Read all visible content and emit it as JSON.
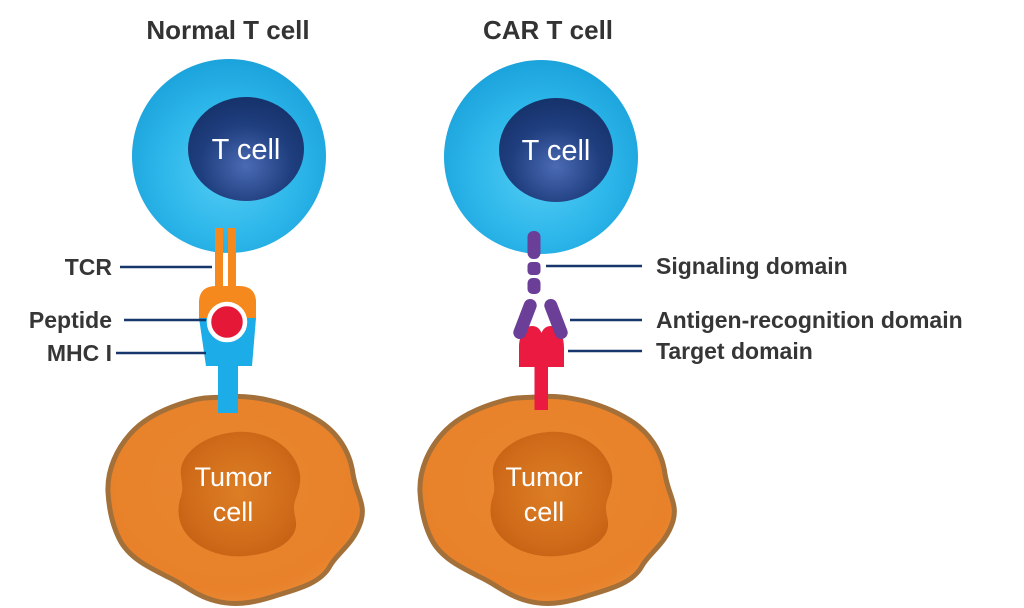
{
  "diagram": {
    "left_panel": {
      "title": "Normal T cell",
      "cell_label": "T cell",
      "tumor_label_line1": "Tumor",
      "tumor_label_line2": "cell",
      "annotations": [
        {
          "label": "TCR"
        },
        {
          "label": "Peptide"
        },
        {
          "label": "MHC I"
        }
      ]
    },
    "right_panel": {
      "title": "CAR T cell",
      "cell_label": "T cell",
      "tumor_label_line1": "Tumor",
      "tumor_label_line2": "cell",
      "annotations": [
        {
          "label": "Signaling domain"
        },
        {
          "label": "Antigen-recognition domain"
        },
        {
          "label": "Target domain"
        }
      ]
    },
    "colors": {
      "t_cell_body": "#2ab6e9",
      "t_cell_nucleus": "#1e3d7c",
      "tcr_orange": "#f6891e",
      "peptide_red": "#e51937",
      "mhc_blue": "#1cace8",
      "car_purple": "#6b3e98",
      "target_red": "#ea1a41",
      "tumor_fill": "#e8832d",
      "tumor_border": "#a4703a",
      "leader_line": "#17366b",
      "label_text": "#363636"
    }
  }
}
